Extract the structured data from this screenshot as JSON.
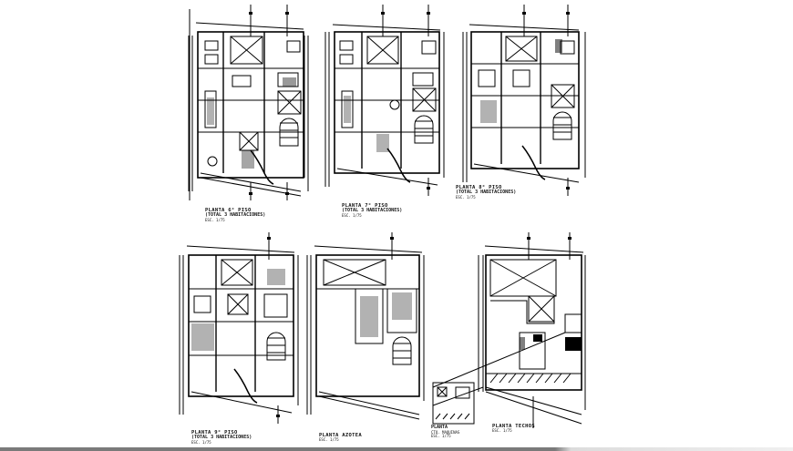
{
  "drawing": {
    "type": "architectural floor plans",
    "background": "#ffffff",
    "line_color": "#000000"
  },
  "plans": [
    {
      "id": "plan-1",
      "title": "PLANTA 6° PISO",
      "subtitle": "(TOTAL 3 HABITACIONES)",
      "scale": "ESC. 1/75"
    },
    {
      "id": "plan-2",
      "title": "PLANTA 7° PISO",
      "subtitle": "(TOTAL 3 HABITACIONES)",
      "scale": "ESC. 1/75"
    },
    {
      "id": "plan-3",
      "title": "PLANTA 8° PISO",
      "subtitle": "(TOTAL 3 HABITACIONES)",
      "scale": "ESC. 1/75"
    },
    {
      "id": "plan-4",
      "title": "PLANTA 9° PISO",
      "subtitle": "(TOTAL 3 HABITACIONES)",
      "scale": "ESC. 1/75"
    },
    {
      "id": "plan-5",
      "title": "PLANTA AZOTEA",
      "subtitle": "",
      "scale": "ESC. 1/75"
    },
    {
      "id": "plan-6",
      "title": "PLANTA TECHOS",
      "subtitle": "",
      "scale": "ESC. 1/75"
    }
  ],
  "detail": {
    "title": "PLANTA",
    "subtitle": "CTO. MAQUINAS",
    "scale": "ESC. 1/75"
  }
}
